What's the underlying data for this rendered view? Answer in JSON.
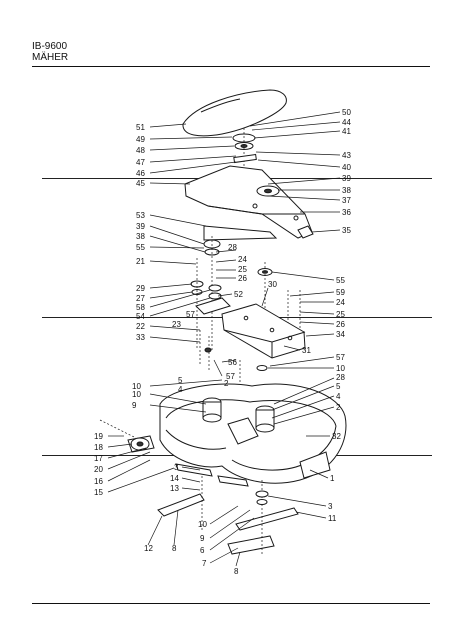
{
  "header": {
    "model": "IB-9600",
    "title": "MÄHER"
  },
  "callouts": [
    {
      "label": "51"
    },
    {
      "label": "49"
    },
    {
      "label": "48"
    },
    {
      "label": "47"
    },
    {
      "label": "46"
    },
    {
      "label": "45"
    },
    {
      "label": "50"
    },
    {
      "label": "44"
    },
    {
      "label": "41"
    },
    {
      "label": "43"
    },
    {
      "label": "40"
    },
    {
      "label": "39"
    },
    {
      "label": "38"
    },
    {
      "label": "37"
    },
    {
      "label": "36"
    },
    {
      "label": "35"
    },
    {
      "label": "53"
    },
    {
      "label": "39"
    },
    {
      "label": "38"
    },
    {
      "label": "55"
    },
    {
      "label": "21"
    },
    {
      "label": "28"
    },
    {
      "label": "24"
    },
    {
      "label": "25"
    },
    {
      "label": "26"
    },
    {
      "label": "29"
    },
    {
      "label": "27"
    },
    {
      "label": "52"
    },
    {
      "label": "58"
    },
    {
      "label": "54"
    },
    {
      "label": "57"
    },
    {
      "label": "23"
    },
    {
      "label": "22"
    },
    {
      "label": "33"
    },
    {
      "label": "30"
    },
    {
      "label": "55"
    },
    {
      "label": "59"
    },
    {
      "label": "24"
    },
    {
      "label": "25"
    },
    {
      "label": "26"
    },
    {
      "label": "34"
    },
    {
      "label": "31"
    },
    {
      "label": "57"
    },
    {
      "label": "10"
    },
    {
      "label": "28"
    },
    {
      "label": "5"
    },
    {
      "label": "4"
    },
    {
      "label": "2"
    },
    {
      "label": "56"
    },
    {
      "label": "57"
    },
    {
      "label": "5"
    },
    {
      "label": "4"
    },
    {
      "label": "2"
    },
    {
      "label": "10"
    },
    {
      "label": "10"
    },
    {
      "label": "9"
    },
    {
      "label": "32"
    },
    {
      "label": "19"
    },
    {
      "label": "18"
    },
    {
      "label": "17"
    },
    {
      "label": "20"
    },
    {
      "label": "16"
    },
    {
      "label": "15"
    },
    {
      "label": "3"
    },
    {
      "label": "14"
    },
    {
      "label": "13"
    },
    {
      "label": "1"
    },
    {
      "label": "3"
    },
    {
      "label": "11"
    },
    {
      "label": "10"
    },
    {
      "label": "9"
    },
    {
      "label": "6"
    },
    {
      "label": "12"
    },
    {
      "label": "8"
    },
    {
      "label": "7"
    },
    {
      "label": "8"
    }
  ]
}
